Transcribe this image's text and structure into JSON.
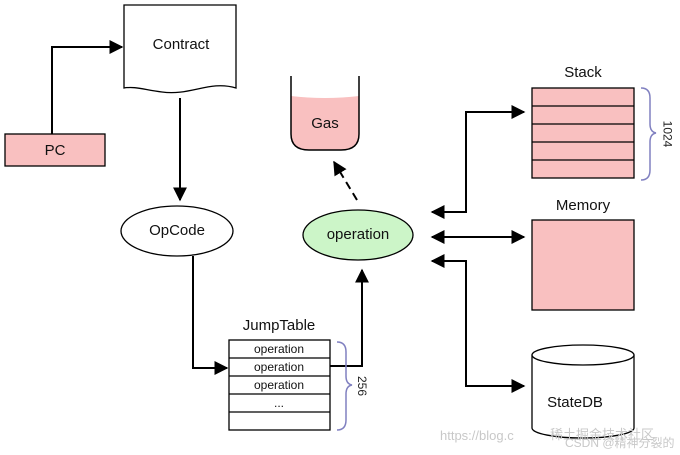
{
  "nodes": {
    "contract": "Contract",
    "pc": "PC",
    "opcode": "OpCode",
    "operation": "operation",
    "gas": "Gas",
    "stack": "Stack",
    "memory": "Memory",
    "statedb": "StateDB",
    "jumptable": "JumpTable"
  },
  "jumptable": {
    "rows": [
      "operation",
      "operation",
      "operation",
      "...",
      ""
    ],
    "size": "256"
  },
  "stack": {
    "rows": 5,
    "size": "1024"
  },
  "colors": {
    "pink_fill": "#f9c0c0",
    "green_fill": "#ccf5c8",
    "brace": "#8080c0",
    "stroke": "#000000"
  },
  "watermark": {
    "left": "https://blog.c",
    "right": "稀土掘金技术社区",
    "csdn": "CSDN @精神分裂的"
  }
}
